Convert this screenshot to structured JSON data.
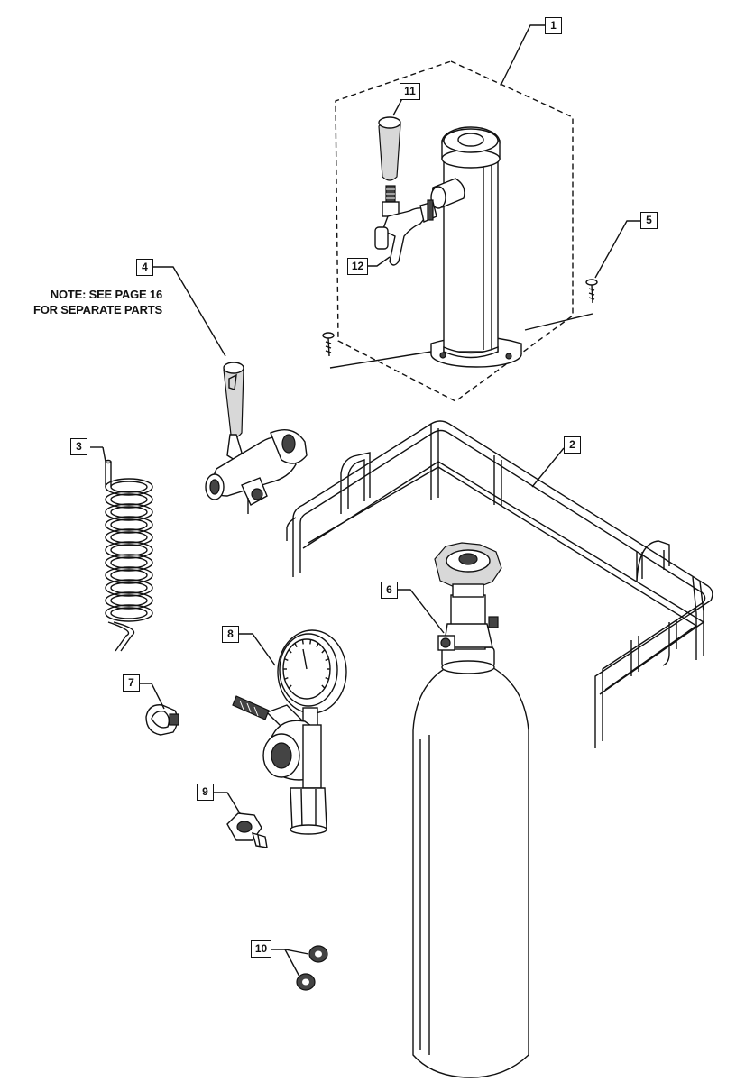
{
  "note": {
    "line1": "NOTE: SEE PAGE 16",
    "line2": "FOR SEPARATE PARTS"
  },
  "callouts": {
    "c1": "1",
    "c2": "2",
    "c3": "3",
    "c4": "4",
    "c5": "5",
    "c6": "6",
    "c7": "7",
    "c8": "8",
    "c9": "9",
    "c10": "10",
    "c11": "11",
    "c12": "12"
  }
}
